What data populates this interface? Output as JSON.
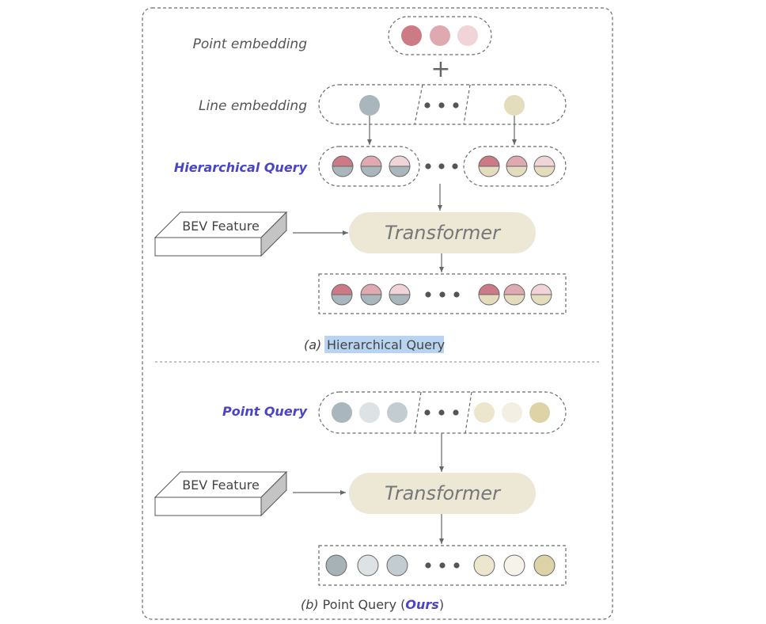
{
  "colors": {
    "red": "#cc7a86",
    "pink": "#dfa9b2",
    "lightpink": "#f0d4d8",
    "gray": "#a9b6bb",
    "lightgray": "#dde2e5",
    "gray_dark": "#a7b2b6",
    "yellow": "#e3dcbd",
    "yellow_light": "#f3f0e3",
    "yellow_dark": "#ddd3a7",
    "transformer_fill": "#ede7d6",
    "accent": "#4a44c8",
    "highlight": "#b8d4f0"
  },
  "part_a": {
    "point_embedding_label": "Point embedding",
    "plus_sign": "+",
    "line_embedding_label": "Line embedding",
    "hierarchical_query_label": "Hierarchical Query",
    "bev_feature_label": "BEV Feature",
    "transformer_label": "Transformer",
    "caption_prefix": "(a)",
    "caption_text": "Hierarchical Query"
  },
  "part_b": {
    "point_query_label": "Point Query",
    "bev_feature_label": "BEV Feature",
    "transformer_label": "Transformer",
    "caption_prefix": "(b)",
    "caption_main": "Point Query (",
    "caption_ours": "Ours",
    "caption_close": ")"
  }
}
